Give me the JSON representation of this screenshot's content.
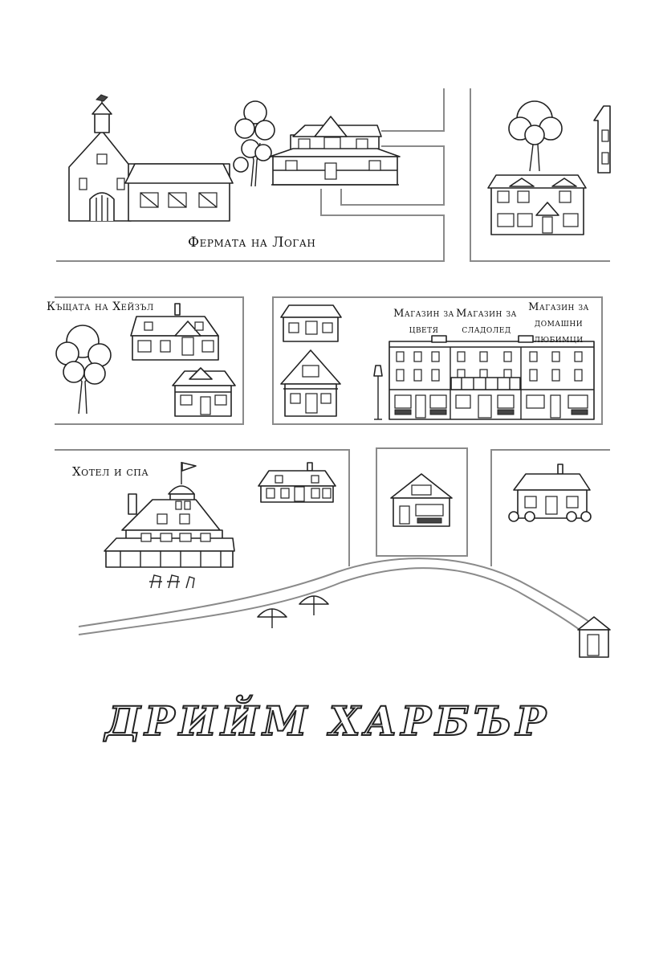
{
  "labels": {
    "farm": "Фермата на Логан",
    "hazel_house": "Къщата на Хейзъл",
    "hotel": "Хотел и спа",
    "flower_shop_1": "Магазин за",
    "flower_shop_2": "цветя",
    "ice_cream_1": "Магазин за",
    "ice_cream_2": "сладолед",
    "pet_shop_1": "Магазин за",
    "pet_shop_2": "домашни",
    "pet_shop_3": "любимци"
  },
  "title": "ДРИЙМ ХАРБЪР",
  "colors": {
    "ink": "#222222",
    "road": "#8a8a8a",
    "paper": "#ffffff"
  },
  "icons": [
    "barn-icon",
    "weathervane-icon",
    "tree-icon",
    "farmhouse-icon",
    "townhouse-icon",
    "cottage-icon",
    "storefront-row-icon",
    "street-lamp-icon",
    "hotel-icon",
    "flag-icon",
    "beach-chair-icon",
    "beach-umbrella-icon",
    "beach-hut-icon"
  ]
}
